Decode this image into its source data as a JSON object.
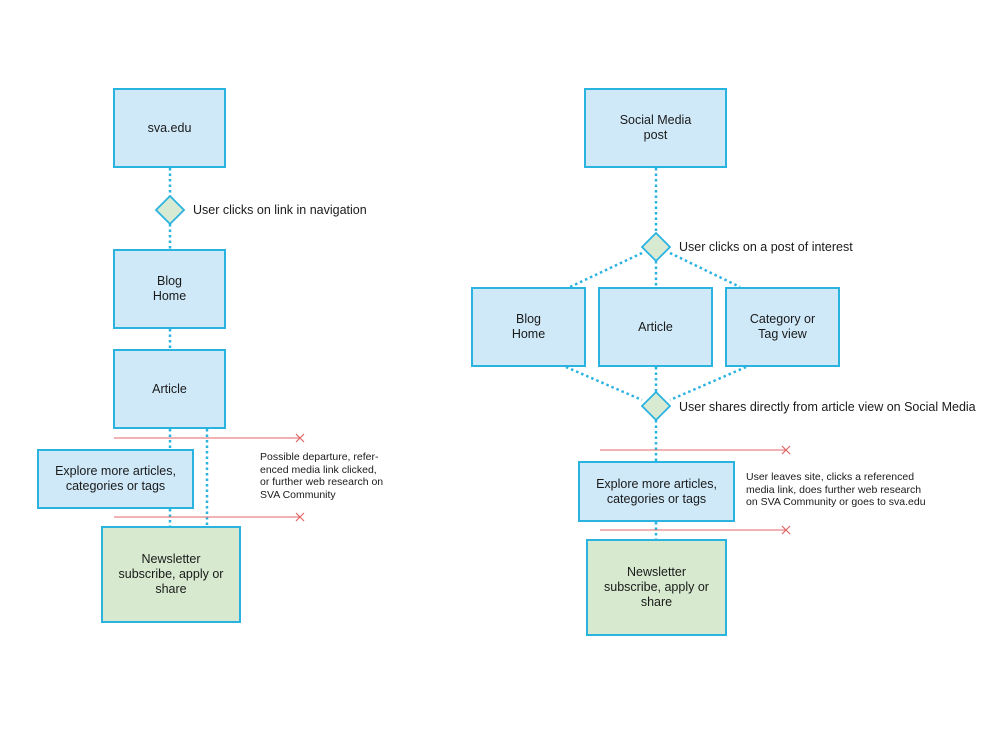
{
  "colors": {
    "connector": "#2bb3e0",
    "box_fill": "#cfe9f9",
    "end_fill": "#d7ead0",
    "decision_fill": "#d9ead3",
    "exit_line": "#e06666"
  },
  "left_flow": {
    "start": "sva.edu",
    "decision": "User clicks on link in navigation",
    "blog_home": "Blog\nHome",
    "article": "Article",
    "explore": "Explore more articles,\ncategories or tags",
    "newsletter": "Newsletter\nsubscribe, apply or\nshare",
    "exit_note": "Possible departure, refer-\nenced media link clicked,\nor further web research on\nSVA Community"
  },
  "right_flow": {
    "start": "Social Media\npost",
    "decision_top": "User clicks on a post of interest",
    "blog_home": "Blog\nHome",
    "article": "Article",
    "category": "Category or\nTag view",
    "decision_bottom": "User shares directly from article view on Social Media",
    "explore": "Explore more articles,\ncategories or tags",
    "newsletter": "Newsletter\nsubscribe, apply or\nshare",
    "exit_note": "User leaves site, clicks a  referenced\nmedia link, does further web research\non SVA Community or goes to sva.edu"
  }
}
